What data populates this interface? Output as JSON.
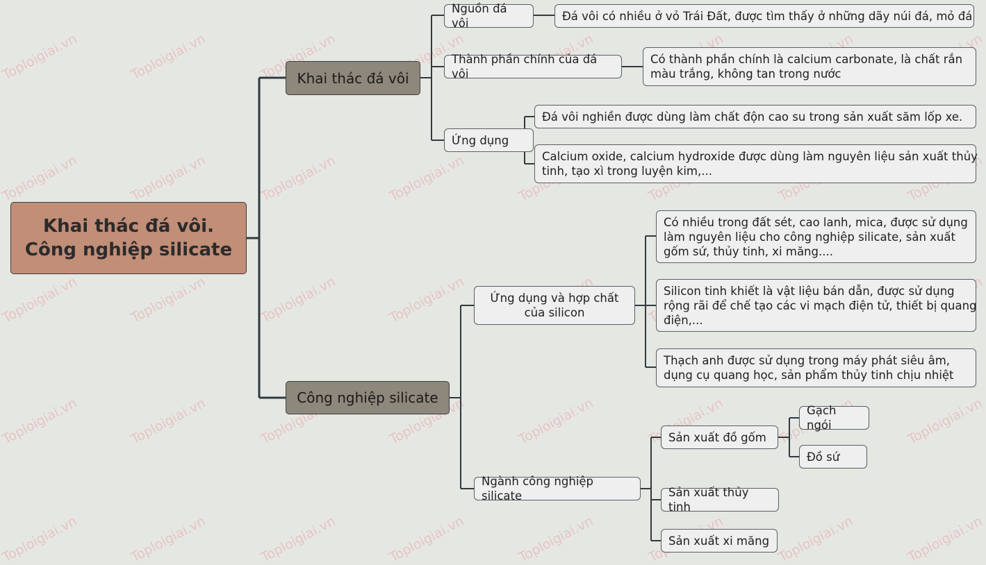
{
  "root": {
    "line1": "Khai thác đá vôi.",
    "line2": "Công nghiệp silicate"
  },
  "branches": {
    "limestone": {
      "label": "Khai thác đá vôi",
      "source": {
        "label": "Nguồn đá vôi",
        "detail": "Đá vôi có nhiều ở vỏ Trái Đất, được tìm thấy ở những dãy núi đá, mỏ đá"
      },
      "composition": {
        "label": "Thành phần chính của đá vôi",
        "detail_line1": "Có thành phần chính là calcium carbonate, là chất rắn",
        "detail_line2": "màu trắng, không tan trong nước"
      },
      "application": {
        "label": "Ứng dụng",
        "detail1": "Đá vôi nghiền được dùng làm chất độn cao su trong sản xuất săm lốp xe.",
        "detail2_line1": "Calcium oxide, calcium hydroxide được dùng làm nguyên liệu sản xuất thủy",
        "detail2_line2": "tinh, tạo xì trong luyện kim,..."
      }
    },
    "silicate": {
      "label": "Công nghiệp silicate",
      "silicon": {
        "label_line1": "Ứng dụng và hợp chất",
        "label_line2": "của silicon",
        "detail1_line1": "Có nhiều trong đất sét, cao lanh, mica, được sử dụng",
        "detail1_line2": "làm nguyên liệu cho công nghiệp silicate, sản xuất",
        "detail1_line3": "gốm sứ, thủy tinh, xi măng....",
        "detail2_line1": "Silicon tinh khiết là vật liệu bán dẫn, được sử dụng",
        "detail2_line2": "rộng rãi để chế tạo các vi mạch điện tử, thiết bị quang",
        "detail2_line3": "điện,...",
        "detail3_line1": "Thạch anh được sử dụng trong máy phát siêu âm,",
        "detail3_line2": "dụng cụ quang học, sản phẩm thủy tinh chịu nhiệt"
      },
      "industry": {
        "label": "Ngành công nghiệp silicate",
        "ceramics": {
          "label": "Sản xuất đồ gốm",
          "children": [
            "Gạch ngói",
            "Đồ sứ"
          ]
        },
        "glass": "Sản xuất thủy tinh",
        "cement": "Sản xuất xi măng"
      }
    }
  },
  "watermark": "Toploigiai.vn",
  "colors": {
    "background": "#e5e7e3",
    "root_fill": "#c18e78",
    "main_fill": "#8e877c",
    "node_fill": "#eeefee",
    "connector": "#2f3a40",
    "watermark": "#e7a8a8"
  }
}
